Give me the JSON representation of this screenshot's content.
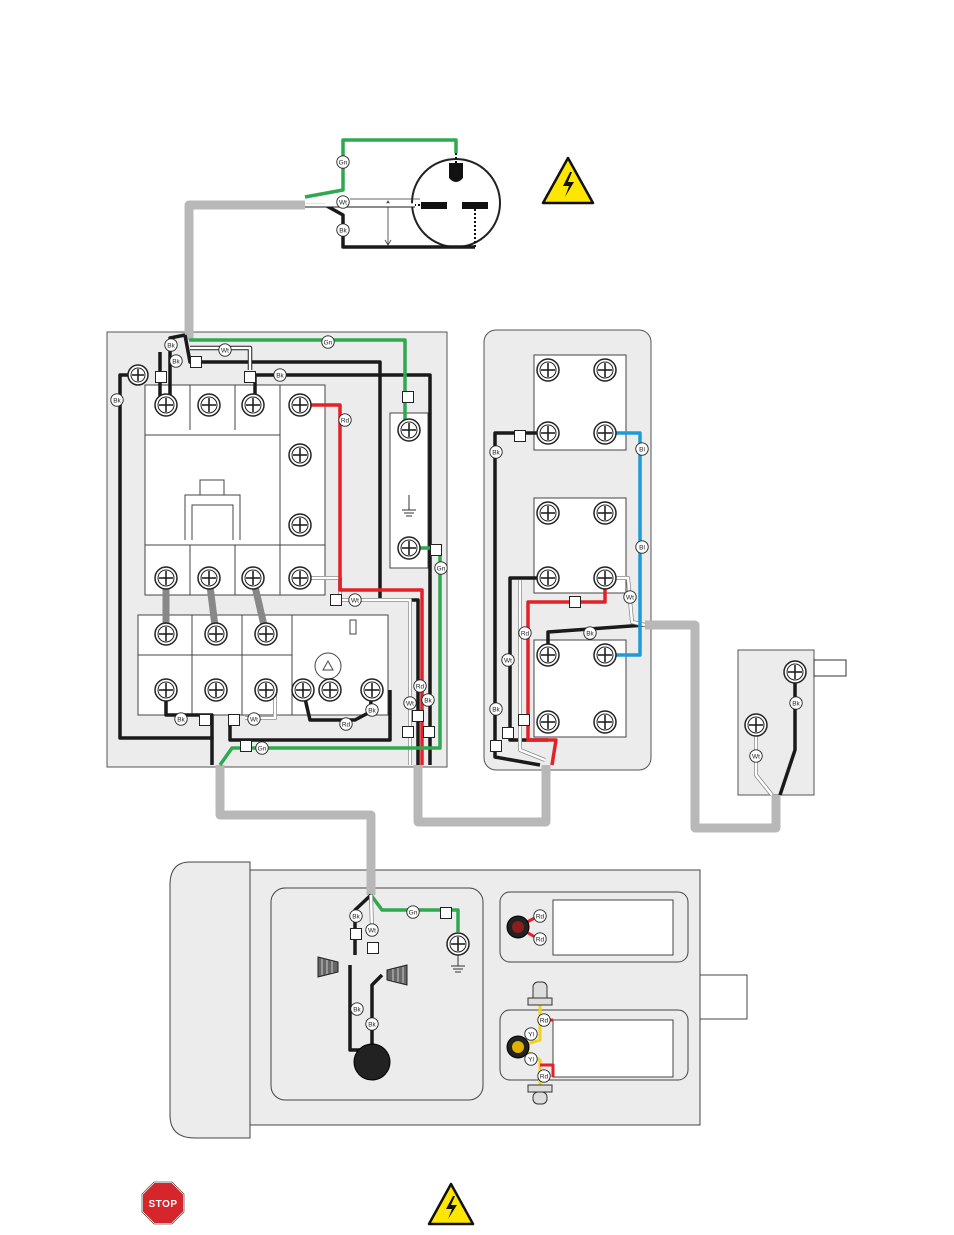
{
  "wire_labels": {
    "gn": "Gn",
    "wt": "Wt",
    "bk": "Bk",
    "rd": "Rd",
    "bl": "Bl",
    "yl": "Yl"
  },
  "stop_sign": "STOP",
  "colors": {
    "green": "#2fa84f",
    "black": "#1a1a1a",
    "white": "#ffffff",
    "red": "#e32228",
    "blue": "#1e9ad6",
    "yellow": "#f2d21b",
    "cable": "#b8b8b8",
    "panel": "#ececec",
    "hazard": "#ffe600",
    "stop": "#d7262b"
  },
  "icons": [
    "high-voltage-warning-icon",
    "stop-sign-icon",
    "ground-symbol-icon",
    "plug-receptacle-icon",
    "motor-icon"
  ]
}
